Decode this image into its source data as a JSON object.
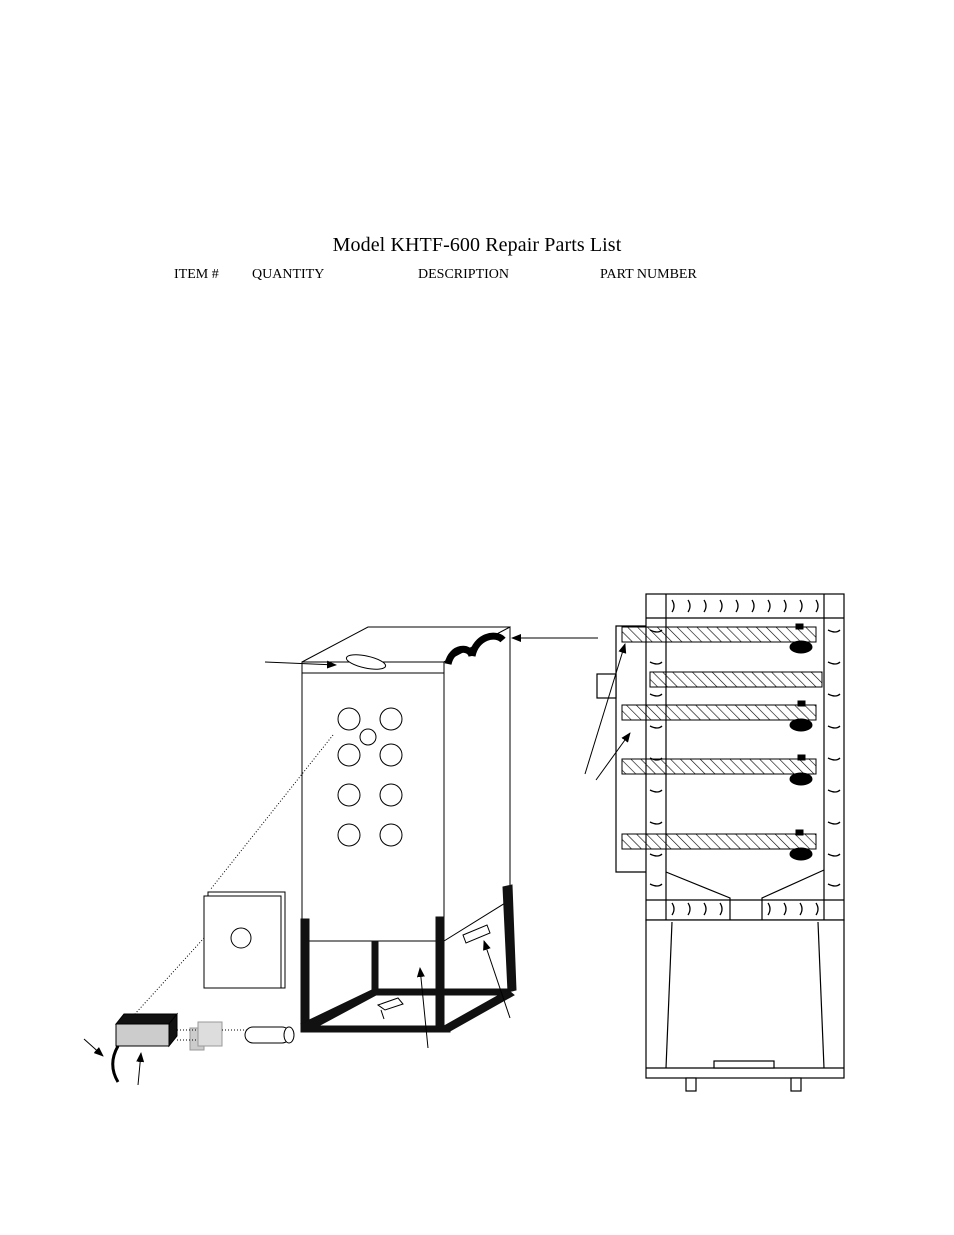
{
  "document": {
    "title": "Model KHTF-600 Repair Parts List",
    "columns": {
      "item": "ITEM #",
      "quantity": "QUANTITY",
      "description": "DESCRIPTION",
      "part_number": "PART NUMBER"
    }
  },
  "diagram": {
    "line_color": "#000000",
    "fill_light": "#cccccc",
    "fill_dark": "#111111"
  }
}
